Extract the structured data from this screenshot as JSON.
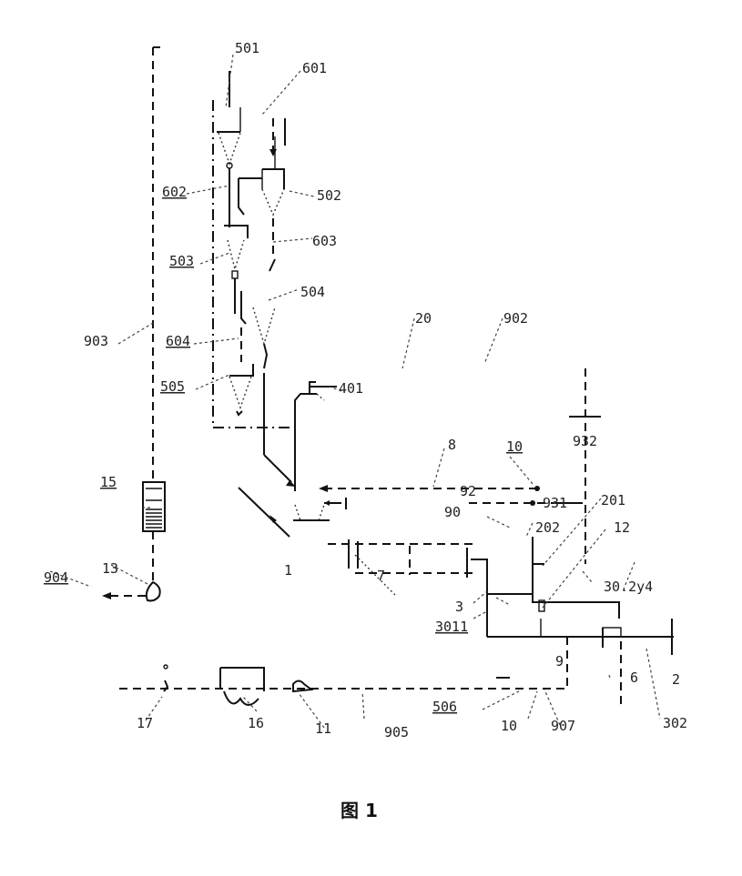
{
  "figure": {
    "caption": "图 1",
    "type": "process flow diagram"
  },
  "labels": {
    "l501": "501",
    "l601": "601",
    "l602": "602",
    "l502": "502",
    "l503": "503",
    "l603": "603",
    "l504": "504",
    "l604": "604",
    "l505": "505",
    "l401": "401",
    "l903": "903",
    "l20": "20",
    "l902": "902",
    "l8": "8",
    "l10a": "10",
    "l932": "932",
    "l92": "92",
    "l931": "931",
    "l90": "90",
    "l202": "202",
    "l201": "201",
    "l12": "12",
    "l15": "15",
    "l13": "13",
    "l904": "904",
    "l1": "1",
    "l7": "7",
    "l3": "3",
    "l3011": "3011",
    "l30_2y4": "30.2y4",
    "l506": "506",
    "l10b": "10",
    "l907": "907",
    "l302": "302",
    "l9": "9",
    "l11": "11",
    "l16": "16",
    "l17": "17",
    "l905": "905",
    "l6": "6",
    "l2": "2"
  }
}
